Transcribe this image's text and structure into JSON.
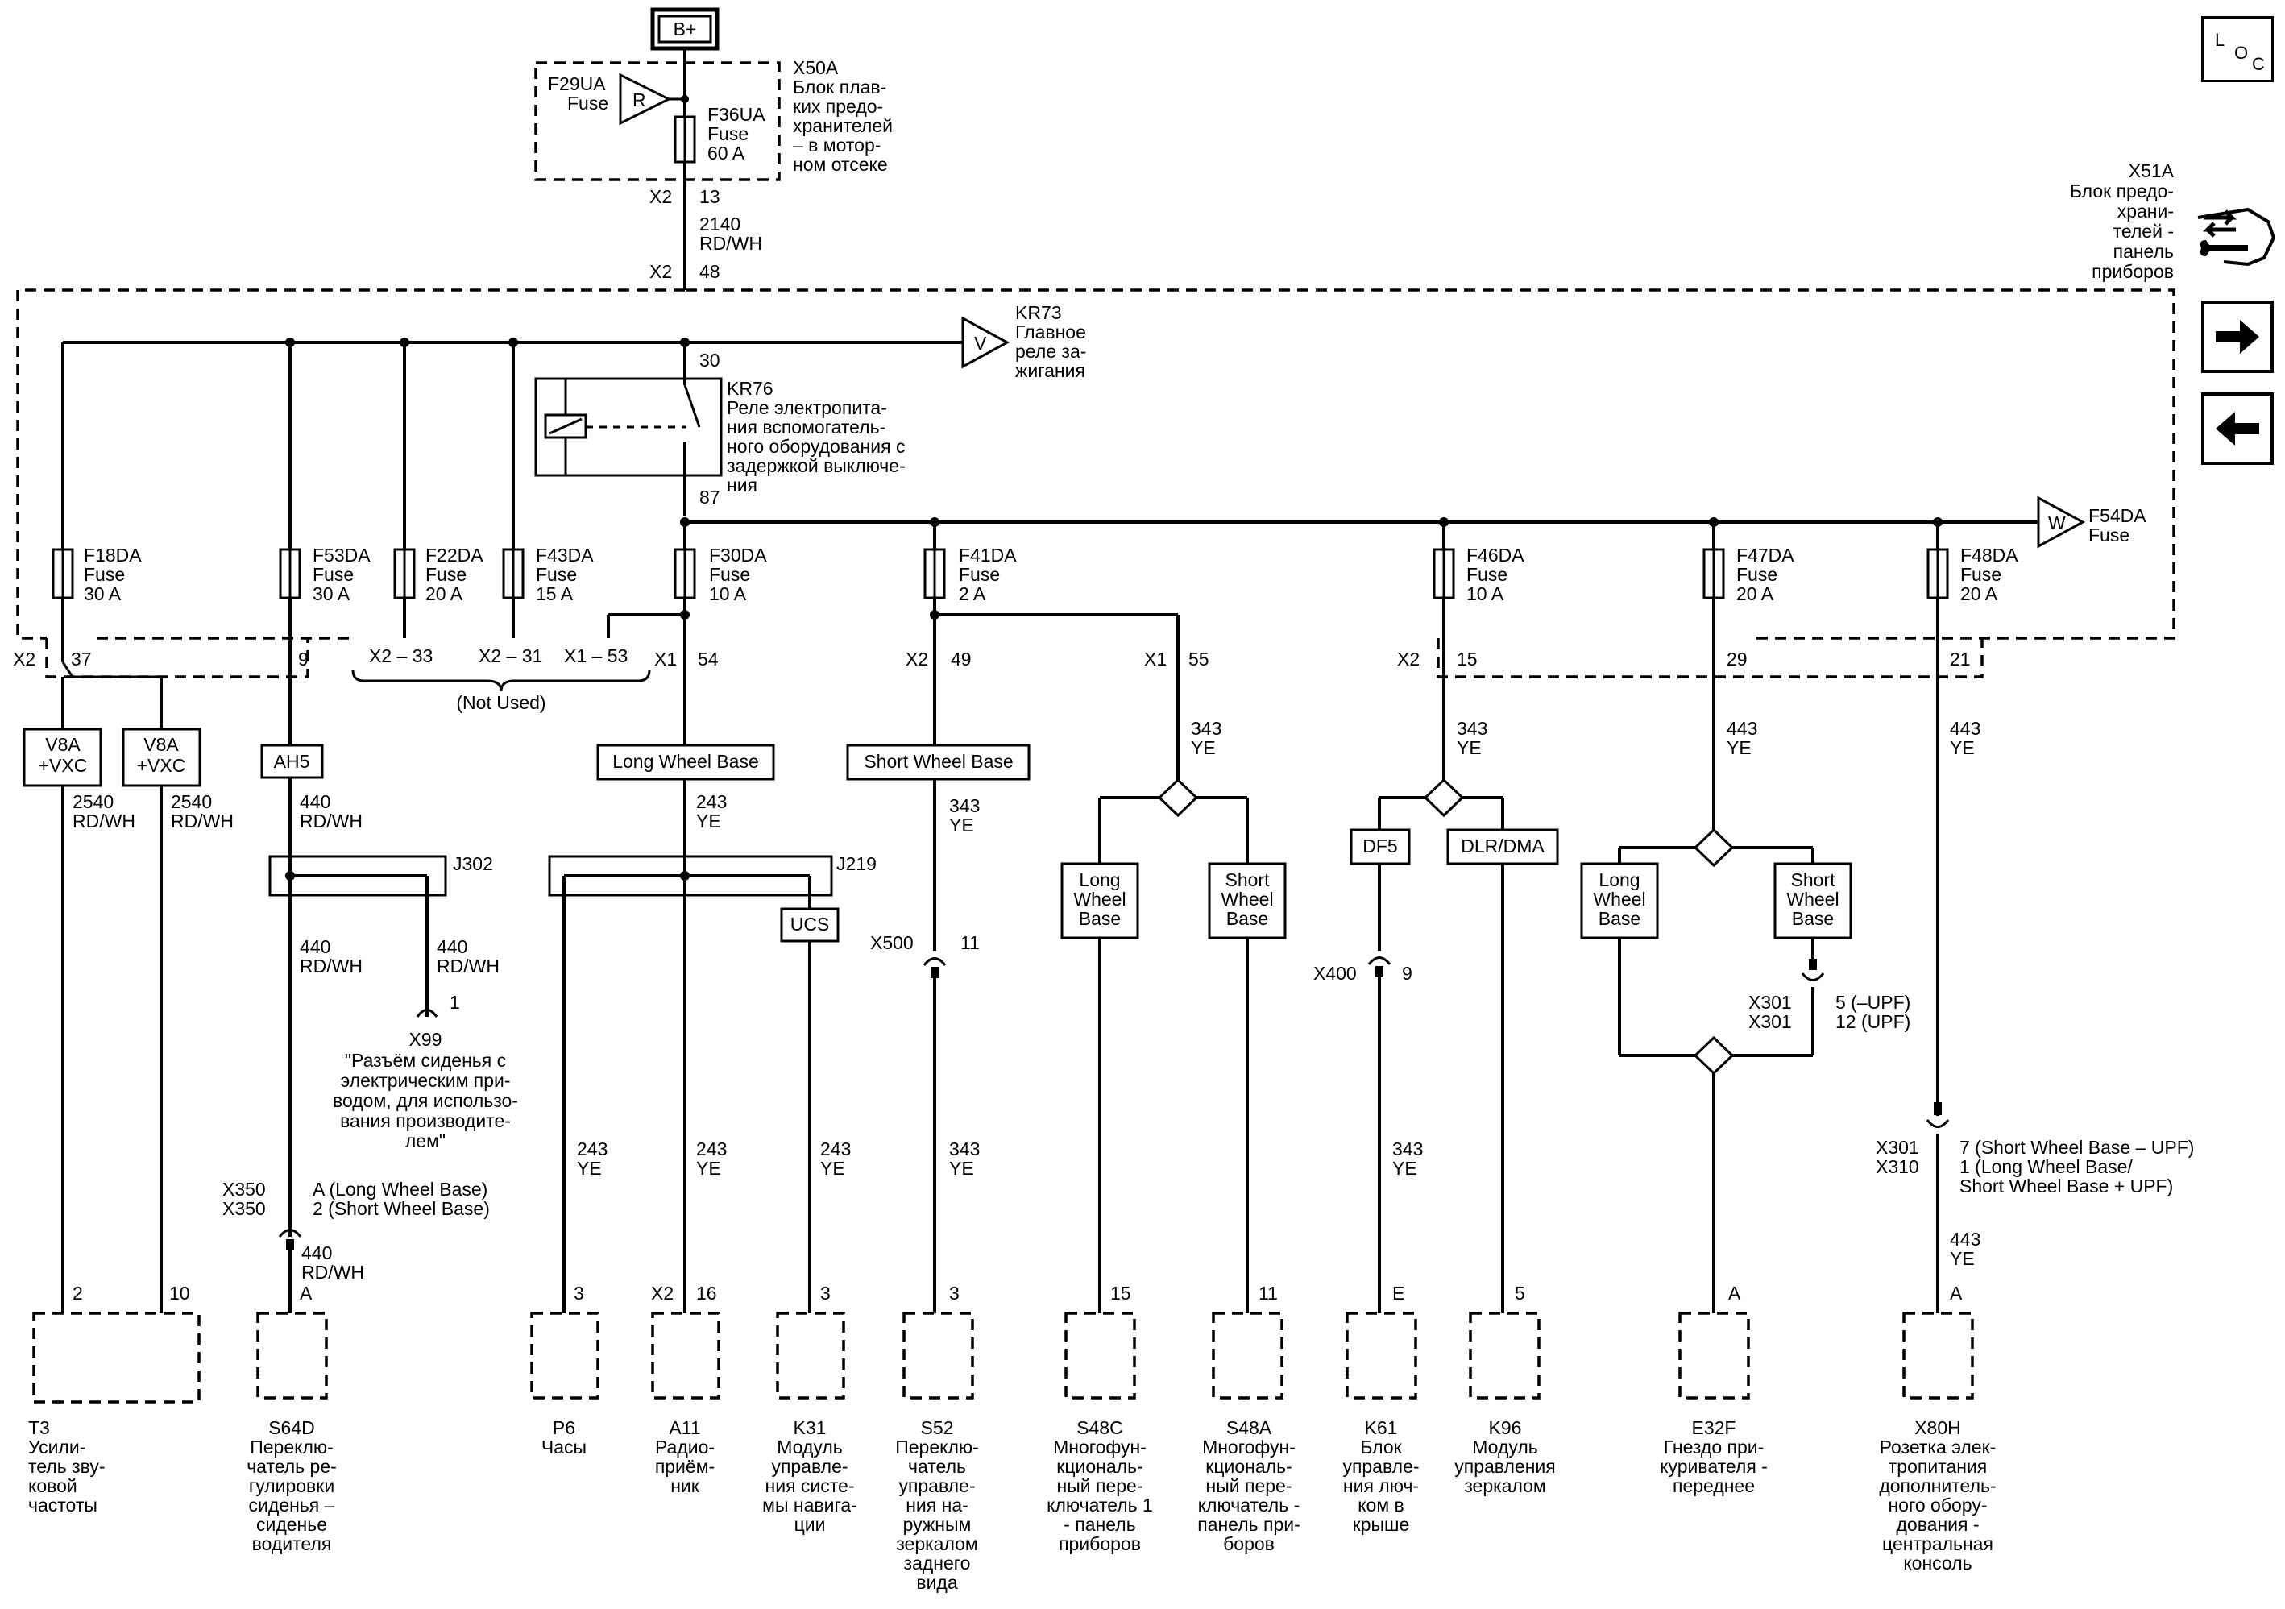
{
  "supply": "B+",
  "loc_letters": [
    "L",
    "O",
    "C"
  ],
  "x50a": {
    "label": "X50A",
    "desc": [
      "Блок плав-",
      "ких предо-",
      "хранителей",
      "– в мотор-",
      "ном отсеке"
    ]
  },
  "f29ua": {
    "name": "F29UA",
    "type": "Fuse",
    "ref": "R"
  },
  "f36ua": {
    "name": "F36UA",
    "type": "Fuse",
    "rating": "60 A"
  },
  "conn_x2_13": {
    "left": "X2",
    "right": "13"
  },
  "wire_2140": {
    "num": "2140",
    "color": "RD/WH"
  },
  "conn_x2_48": {
    "left": "X2",
    "right": "48"
  },
  "x51a": {
    "label": "X51A",
    "desc": [
      "Блок предо-",
      "храни-",
      "телей -",
      "панель",
      "приборов"
    ]
  },
  "kr73": {
    "name": "KR73",
    "ref": "V",
    "desc": [
      "Главное",
      "реле за-",
      "жигания"
    ]
  },
  "kr76": {
    "name": "KR76",
    "pin_in": "30",
    "pin_out": "87",
    "desc": [
      "Реле электропита-",
      "ния вспомогатель-",
      "ного оборудования с",
      "задержкой выключе-",
      "ния"
    ]
  },
  "f54da": {
    "name": "F54DA",
    "type": "Fuse",
    "ref": "W"
  },
  "fuses": [
    {
      "name": "F18DA",
      "type": "Fuse",
      "rating": "30 A"
    },
    {
      "name": "F53DA",
      "type": "Fuse",
      "rating": "30 A"
    },
    {
      "name": "F22DA",
      "type": "Fuse",
      "rating": "20 A"
    },
    {
      "name": "F43DA",
      "type": "Fuse",
      "rating": "15 A"
    },
    {
      "name": "F30DA",
      "type": "Fuse",
      "rating": "10 A"
    },
    {
      "name": "F41DA",
      "type": "Fuse",
      "rating": "2 A"
    },
    {
      "name": "F46DA",
      "type": "Fuse",
      "rating": "10 A"
    },
    {
      "name": "F47DA",
      "type": "Fuse",
      "rating": "20 A"
    },
    {
      "name": "F48DA",
      "type": "Fuse",
      "rating": "20 A"
    }
  ],
  "panel_pins": {
    "x2_37": [
      "X2",
      "37"
    ],
    "p9": "9",
    "x2_33": "X2 – 33",
    "x2_31": "X2 – 31",
    "x1_53": "X1 – 53",
    "x1_54": [
      "X1",
      "54"
    ],
    "x2_49": [
      "X2",
      "49"
    ],
    "x1_55": [
      "X1",
      "55"
    ],
    "x2_15": [
      "X2",
      "15"
    ],
    "p29": "29",
    "p21": "21",
    "not_used": "(Not Used)"
  },
  "options": {
    "v8a1": [
      "V8A",
      "+VXC"
    ],
    "v8a2": [
      "V8A",
      "+VXC"
    ],
    "ah5": "AH5",
    "lwb": "Long Wheel Base",
    "swb": "Short Wheel Base",
    "ucs": "UCS",
    "df5": "DF5",
    "dlr": "DLR/DMA",
    "lwb_b1": [
      "Long",
      "Wheel",
      "Base"
    ],
    "swb_b1": [
      "Short",
      "Wheel",
      "Base"
    ],
    "lwb_b2": [
      "Long",
      "Wheel",
      "Base"
    ],
    "swb_b2": [
      "Short",
      "Wheel",
      "Base"
    ]
  },
  "splices": {
    "j302": "J302",
    "j219": "J219"
  },
  "wires": {
    "w2540a": [
      "2540",
      "RD/WH"
    ],
    "w2540b": [
      "2540",
      "RD/WH"
    ],
    "w440a": [
      "440",
      "RD/WH"
    ],
    "w440b": [
      "440",
      "RD/WH"
    ],
    "w440c": [
      "440",
      "RD/WH"
    ],
    "w440d": [
      "440",
      "RD/WH"
    ],
    "w243a": [
      "243",
      "YE"
    ],
    "w243b": [
      "243",
      "YE"
    ],
    "w243c": [
      "243",
      "YE"
    ],
    "w243d": [
      "243",
      "YE"
    ],
    "w343a": [
      "343",
      "YE"
    ],
    "w343b": [
      "343",
      "YE"
    ],
    "w343c": [
      "343",
      "YE"
    ],
    "w343d": [
      "343",
      "YE"
    ],
    "w343e": [
      "343",
      "YE"
    ],
    "w443a": [
      "443",
      "YE"
    ],
    "w443b": [
      "443",
      "YE"
    ],
    "w443c": [
      "443",
      "YE"
    ]
  },
  "x99": {
    "pin": "1",
    "name": "X99",
    "desc": [
      "\"Разъём сиденья с",
      "электрическим при-",
      "водом, для использо-",
      "вания производите-",
      "лем\""
    ]
  },
  "x350": {
    "names": [
      "X350",
      "X350"
    ],
    "pins": [
      "A (Long Wheel Base)",
      "2 (Short Wheel Base)"
    ]
  },
  "x500": {
    "name": "X500",
    "pin": "11"
  },
  "x400": {
    "name": "X400",
    "pin": "9"
  },
  "x301a": {
    "names": [
      "X301",
      "X301"
    ],
    "pins": [
      "5 (–UPF)",
      "12 (UPF)"
    ]
  },
  "x301b": {
    "names": [
      "X301",
      "X310"
    ],
    "pins": [
      "7 (Short Wheel Base – UPF)",
      "1 (Long Wheel Base/",
      "Short Wheel Base + UPF)"
    ]
  },
  "pin_labels": {
    "t3_2": "2",
    "t3_10": "10",
    "s64d": "A",
    "p6": "3",
    "a11_conn": "X2",
    "a11_pin": "16",
    "k31": "3",
    "s52": "3",
    "s48c": "15",
    "s48a": "11",
    "k61": "E",
    "k96": "5",
    "e32f": "A",
    "x80h": "A"
  },
  "components": [
    {
      "id": "T3",
      "desc": [
        "Усили-",
        "тель зву-",
        "ковой",
        "частоты"
      ]
    },
    {
      "id": "S64D",
      "desc": [
        "Переклю-",
        "чатель ре-",
        "гулировки",
        "сиденья –",
        "сиденье",
        "водителя"
      ]
    },
    {
      "id": "P6",
      "desc": [
        "Часы"
      ]
    },
    {
      "id": "A11",
      "desc": [
        "Радио-",
        "приём-",
        "ник"
      ]
    },
    {
      "id": "K31",
      "desc": [
        "Модуль",
        "управле-",
        "ния систе-",
        "мы навига-",
        "ции"
      ]
    },
    {
      "id": "S52",
      "desc": [
        "Переклю-",
        "чатель",
        "управле-",
        "ния на-",
        "ружным",
        "зеркалом",
        "заднего",
        "вида"
      ]
    },
    {
      "id": "S48C",
      "desc": [
        "Многофун-",
        "кциональ-",
        "ный пере-",
        "ключатель 1",
        "- панель",
        "приборов"
      ]
    },
    {
      "id": "S48A",
      "desc": [
        "Многофун-",
        "кциональ-",
        "ный пере-",
        "ключатель -",
        "панель при-",
        "боров"
      ]
    },
    {
      "id": "K61",
      "desc": [
        "Блок",
        "управле-",
        "ния люч-",
        "ком в",
        "крыше"
      ]
    },
    {
      "id": "K96",
      "desc": [
        "Модуль",
        "управления",
        "зеркалом"
      ]
    },
    {
      "id": "E32F",
      "desc": [
        "Гнездо при-",
        "куривателя -",
        "переднее"
      ]
    },
    {
      "id": "X80H",
      "desc": [
        "Розетка элек-",
        "тропитания",
        "дополнитель-",
        "ного обору-",
        "дования -",
        "центральная",
        "консоль"
      ]
    }
  ]
}
